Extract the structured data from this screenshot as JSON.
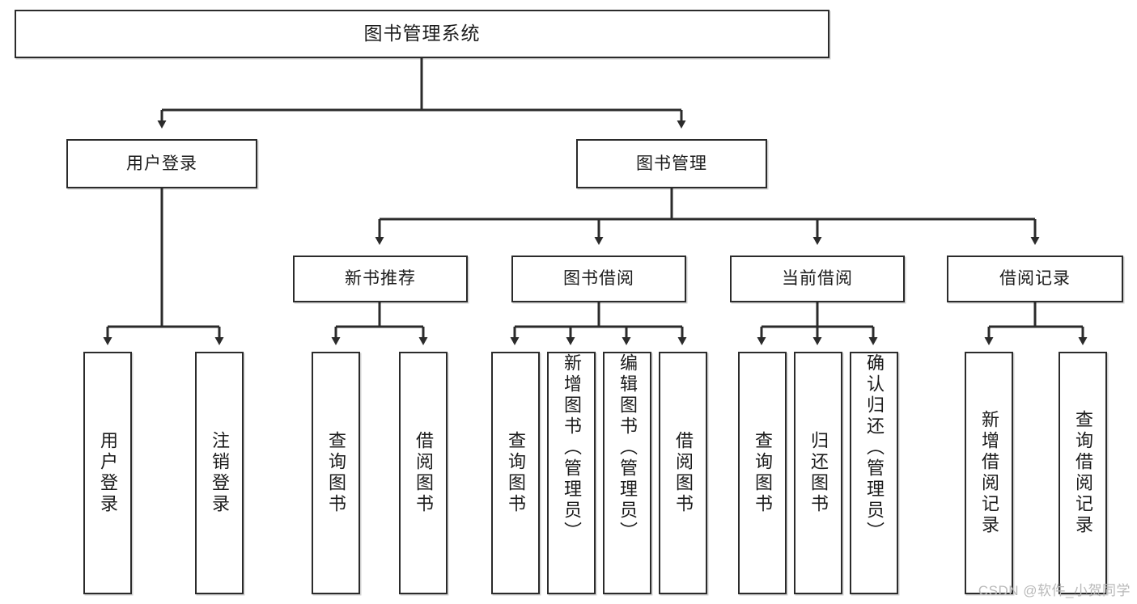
{
  "diagram": {
    "type": "tree-hierarchy-diagram",
    "title": "图书管理系统",
    "orientation": "top-down",
    "colors": {
      "box_border": "#2b2b2b",
      "box_fill": "#ffffff",
      "connector": "#2b2b2b",
      "text": "#1b1b1b",
      "watermark": "#b9b9b9",
      "background": "#ffffff"
    },
    "root": {
      "label": "图书管理系统"
    },
    "level2": [
      {
        "label": "用户登录"
      },
      {
        "label": "图书管理"
      }
    ],
    "level3": [
      {
        "label": "新书推荐"
      },
      {
        "label": "图书借阅"
      },
      {
        "label": "当前借阅"
      },
      {
        "label": "借阅记录"
      }
    ],
    "leaves": [
      {
        "label": "用户登录",
        "parent": "用户登录"
      },
      {
        "label": "注销登录",
        "parent": "用户登录"
      },
      {
        "label": "查询图书",
        "parent": "新书推荐"
      },
      {
        "label": "借阅图书",
        "parent": "新书推荐"
      },
      {
        "label": "查询图书",
        "parent": "图书借阅"
      },
      {
        "label": "新增图书（管理员）",
        "parent": "图书借阅"
      },
      {
        "label": "编辑图书（管理员）",
        "parent": "图书借阅"
      },
      {
        "label": "借阅图书",
        "parent": "图书借阅"
      },
      {
        "label": "查询图书",
        "parent": "当前借阅"
      },
      {
        "label": "归还图书",
        "parent": "当前借阅"
      },
      {
        "label": "确认归还（管理员）",
        "parent": "当前借阅"
      },
      {
        "label": "新增借阅记录",
        "parent": "借阅记录"
      },
      {
        "label": "查询借阅记录",
        "parent": "借阅记录"
      }
    ]
  },
  "watermark": {
    "text": "CSDN @软件_小贺同学"
  }
}
